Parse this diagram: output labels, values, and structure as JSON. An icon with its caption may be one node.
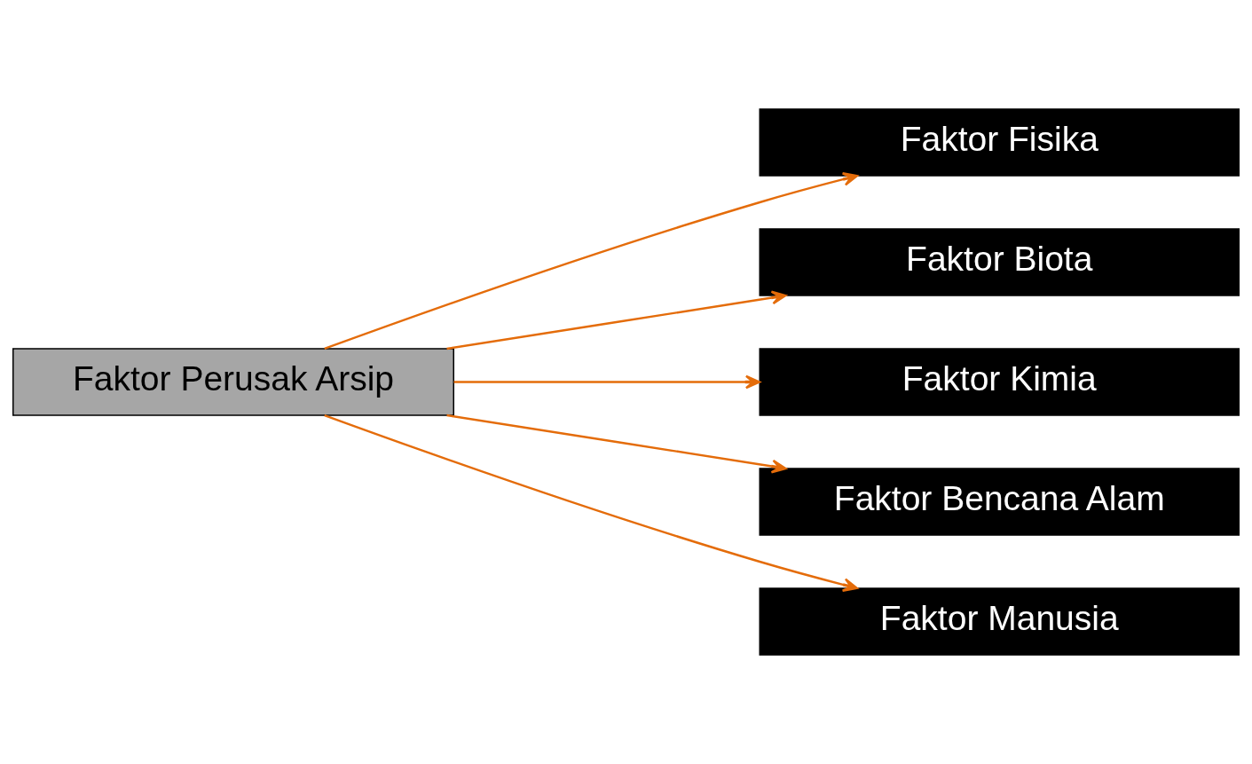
{
  "diagram": {
    "nodes": [
      {
        "text": [
          "Faktor Perusak Arsip"
        ]
      },
      {
        "text": [
          "Faktor Fisika"
        ]
      },
      {
        "text": [
          "Faktor Biota"
        ]
      },
      {
        "text": [
          "Faktor Kimia"
        ]
      },
      {
        "text": [
          "Faktor Bencana Alam"
        ]
      },
      {
        "text": [
          "Faktor Manusia"
        ]
      }
    ],
    "edges": [
      {
        "from": 0,
        "to": 1,
        "arrow": "to"
      },
      {
        "from": 0,
        "to": 2,
        "arrow": "to"
      },
      {
        "from": 0,
        "to": 3,
        "arrow": "to"
      },
      {
        "from": 0,
        "to": 4,
        "arrow": "to"
      },
      {
        "from": 0,
        "to": 5,
        "arrow": "to"
      }
    ]
  }
}
